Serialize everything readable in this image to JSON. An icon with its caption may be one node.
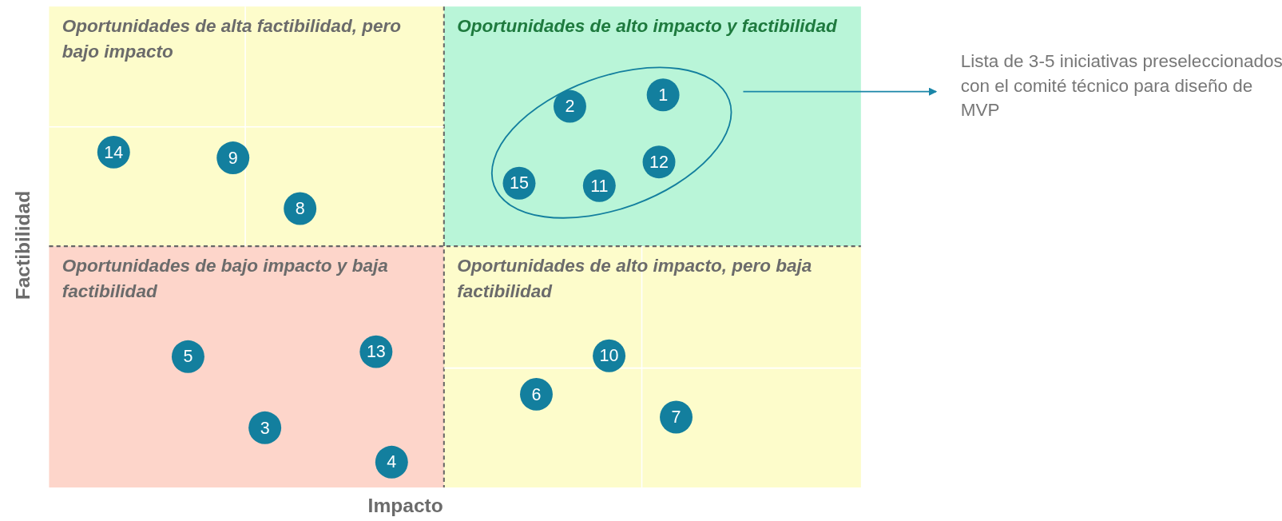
{
  "diagram": {
    "nodes": [
      {
        "text": [
          "Oportunidades de alta factibilidad, pero bajo impacto"
        ]
      },
      {
        "text": [
          "14"
        ],
        "in": 0
      },
      {
        "text": [
          "9"
        ],
        "in": 0
      },
      {
        "text": [
          "8"
        ],
        "in": 0
      },
      {
        "text": [
          "Oportunidades de alto impacto y factibilidad"
        ]
      },
      {
        "text": [],
        "shape": "ellipse",
        "in": 4
      },
      {
        "text": [
          "2"
        ],
        "in": 5
      },
      {
        "text": [
          "1"
        ],
        "in": 5
      },
      {
        "text": [
          "12"
        ],
        "in": 5
      },
      {
        "text": [
          "15"
        ],
        "in": 5
      },
      {
        "text": [
          "11"
        ],
        "in": 5
      },
      {
        "text": [
          "Lista de 3-5 iniciativas preseleccionados con el comité técnico para diseño de MVP"
        ]
      },
      {
        "text": [
          "Oportunidades de bajo impacto y baja factibilidad"
        ]
      },
      {
        "text": [
          "5"
        ],
        "in": 12
      },
      {
        "text": [
          "13"
        ],
        "in": 12
      },
      {
        "text": [
          "3"
        ],
        "in": 12
      },
      {
        "text": [
          "4"
        ],
        "in": 12
      },
      {
        "text": [
          "Oportunidades de alto impacto, pero baja factibilidad"
        ]
      },
      {
        "text": [
          "10"
        ],
        "in": 17
      },
      {
        "text": [
          "6"
        ],
        "in": 17
      },
      {
        "text": [
          "7"
        ],
        "in": 17
      }
    ],
    "edges": [
      {
        "from": 5,
        "to": 11,
        "arrow": "to"
      }
    ],
    "labels": [
      "Factibilidad",
      "Impacto"
    ]
  }
}
